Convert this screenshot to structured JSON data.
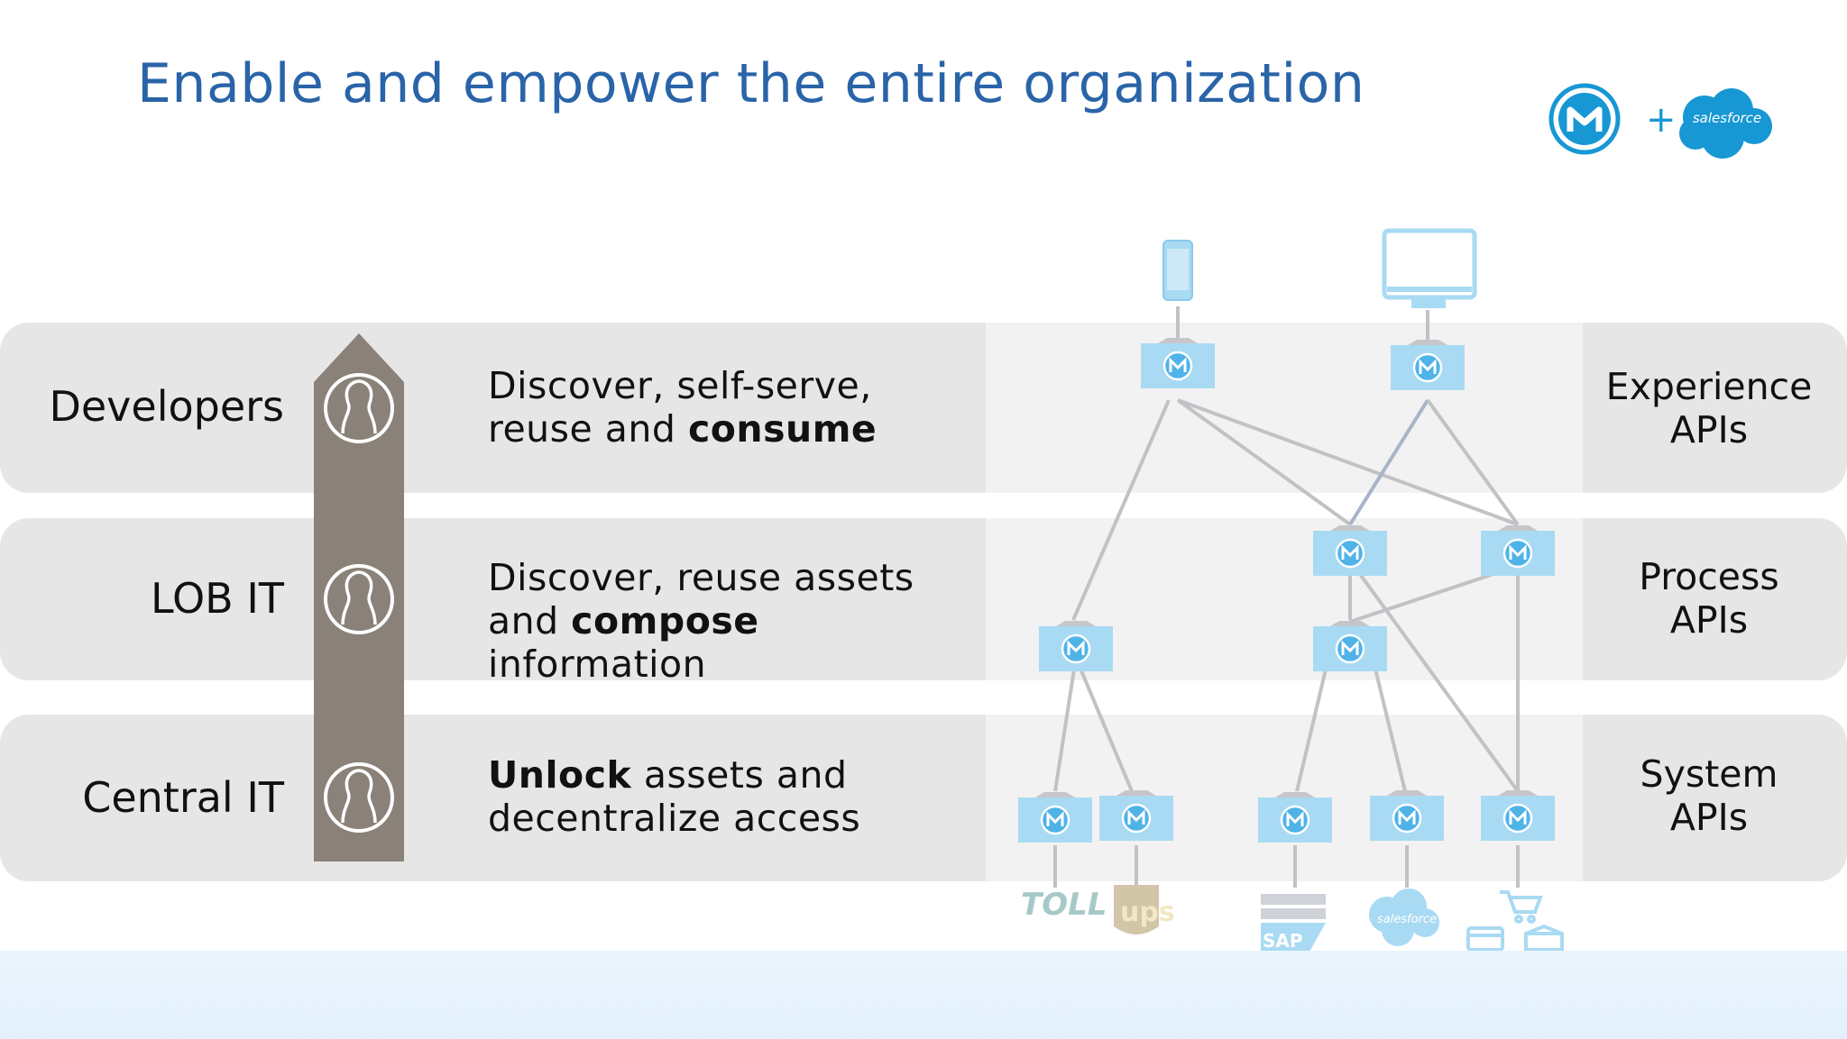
{
  "title": "Enable and empower the entire organization",
  "logos": {
    "plus": "+",
    "brand": "salesforce"
  },
  "layers": [
    {
      "role": "Developers",
      "desc_lines": [
        {
          "parts": [
            {
              "t": "Discover, self-serve,",
              "b": false
            }
          ]
        },
        {
          "parts": [
            {
              "t": "reuse and ",
              "b": false
            },
            {
              "t": "consume",
              "b": true
            }
          ]
        }
      ],
      "api": "Experience\nAPIs"
    },
    {
      "role": "LOB IT",
      "desc_lines": [
        {
          "parts": [
            {
              "t": "Discover, reuse assets",
              "b": false
            }
          ]
        },
        {
          "parts": [
            {
              "t": "and ",
              "b": false
            },
            {
              "t": "compose",
              "b": true
            }
          ]
        },
        {
          "parts": [
            {
              "t": "information",
              "b": false
            }
          ]
        }
      ],
      "api": "Process\nAPIs"
    },
    {
      "role": "Central IT",
      "desc_lines": [
        {
          "parts": [
            {
              "t": "Unlock",
              "b": true
            },
            {
              "t": " assets and",
              "b": false
            }
          ]
        },
        {
          "parts": [
            {
              "t": "decentralize access",
              "b": false
            }
          ]
        }
      ],
      "api": "System\nAPIs"
    }
  ],
  "backends": [
    {
      "name": "TOLL",
      "icon": "toll-logo"
    },
    {
      "name": "ups",
      "icon": "ups-logo"
    },
    {
      "name": "SAP",
      "icon": "sap-logo"
    },
    {
      "name": "salesforce",
      "icon": "salesforce-cloud-logo"
    },
    {
      "name": "",
      "icon": "commerce-icons"
    }
  ],
  "colors": {
    "title": "#2a64a8",
    "band": "#e6e6e6",
    "arrow": "#8a8178",
    "node": "#a9daf3",
    "node_accent": "#4fb3e8",
    "edge": "#c2c2c6"
  }
}
